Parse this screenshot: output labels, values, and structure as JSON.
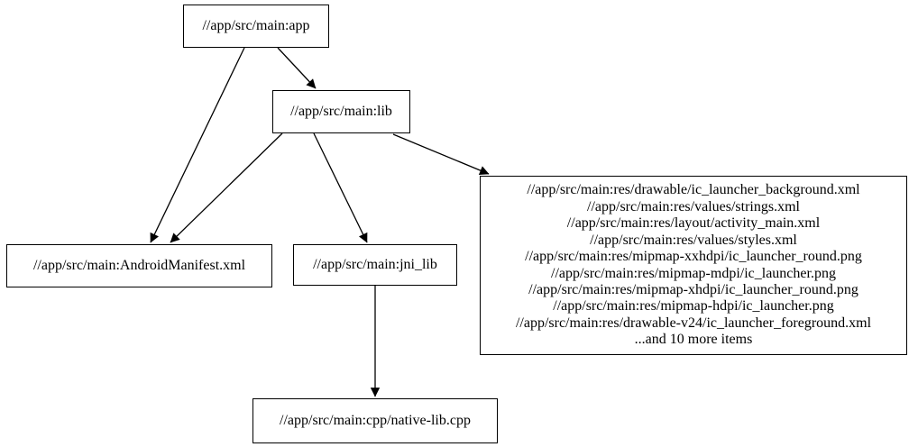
{
  "graph": {
    "type": "dependency-graph",
    "colors": {
      "background": "#ffffff",
      "node_border": "#000000",
      "text": "#000000",
      "edge": "#000000"
    },
    "nodes": [
      {
        "id": "app",
        "label": "//app/src/main:app"
      },
      {
        "id": "lib",
        "label": "//app/src/main:lib"
      },
      {
        "id": "android_manifest",
        "label": "//app/src/main:AndroidManifest.xml"
      },
      {
        "id": "jni_lib",
        "label": "//app/src/main:jni_lib"
      },
      {
        "id": "resources",
        "lines": [
          "//app/src/main:res/drawable/ic_launcher_background.xml",
          "//app/src/main:res/values/strings.xml",
          "//app/src/main:res/layout/activity_main.xml",
          "//app/src/main:res/values/styles.xml",
          "//app/src/main:res/mipmap-xxhdpi/ic_launcher_round.png",
          "//app/src/main:res/mipmap-mdpi/ic_launcher.png",
          "//app/src/main:res/mipmap-xhdpi/ic_launcher_round.png",
          "//app/src/main:res/mipmap-hdpi/ic_launcher.png",
          "//app/src/main:res/drawable-v24/ic_launcher_foreground.xml",
          "...and 10 more items"
        ]
      },
      {
        "id": "native_lib",
        "label": "//app/src/main:cpp/native-lib.cpp"
      }
    ],
    "edges": [
      {
        "from": "app",
        "to": "lib"
      },
      {
        "from": "app",
        "to": "android_manifest"
      },
      {
        "from": "lib",
        "to": "android_manifest"
      },
      {
        "from": "lib",
        "to": "jni_lib"
      },
      {
        "from": "lib",
        "to": "resources"
      },
      {
        "from": "jni_lib",
        "to": "native_lib"
      }
    ]
  }
}
